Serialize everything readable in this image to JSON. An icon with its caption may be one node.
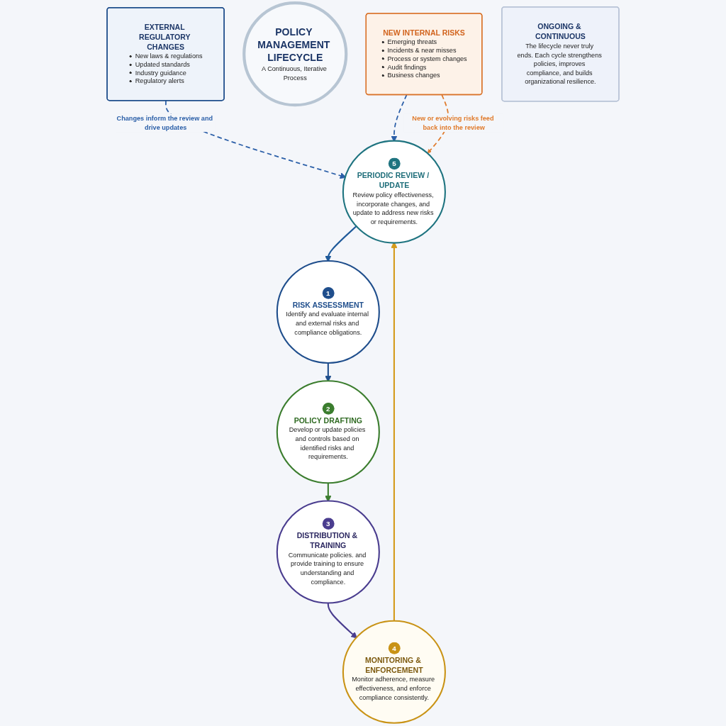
{
  "diagram": {
    "nodes": [
      {
        "text": [
          "EXTERNAL REGULATORY CHANGES",
          "New laws & regulations",
          "Updated standards",
          "Industry guidance",
          "Regulatory alerts"
        ]
      },
      {
        "text": [
          "1",
          "RISK ASSESSMENT",
          "Identify and evaluate internal and external risks and compliance obligations."
        ]
      },
      {
        "text": [
          "2",
          "POLICY DRAFTING",
          "Develop or update policies and controls based on identified risks and requirements."
        ]
      },
      {
        "text": [
          "3",
          "DISTRIBUTION & TRAINING",
          "Communicate policies. and provide training to ensure understanding and compliance."
        ]
      },
      {
        "text": [
          "4",
          "MONITORING & ENFORCEMENT",
          "Monitor adherence, measure effectiveness, and enforce compliance consistently."
        ]
      },
      {
        "text": [
          "5",
          "PERIODIC REVIEW / UPDATE",
          "Review policy effectiveness, incorporate changes, and update to address new risks or requirements."
        ]
      },
      {
        "text": [
          "POLICY MANAGEMENT LIFECYCLE",
          "A Continuous, Iterative Process"
        ]
      },
      {
        "text": [
          "NEW INTERNAL RISKS",
          "Emerging threats",
          "Incidents & near misses",
          "Process or system changes",
          "Audit findings",
          "Business changes"
        ]
      },
      {
        "text": [
          "ONGOING & CONTINUOUS",
          "The lifecycle never truly ends. Each cycle strengthens policies, improves compliance, and builds organizational resilience."
        ]
      }
    ],
    "edges": [
      {
        "from": 0,
        "to": 5,
        "arrow": "to",
        "style": "dashed",
        "color": "#2b5fa8",
        "label": "Changes inform the review and drive updates"
      },
      {
        "from": 1,
        "to": 2,
        "arrow": "to",
        "color": "#1f4e8c"
      },
      {
        "from": 2,
        "to": 3,
        "arrow": "to",
        "color": "#3b7d2e"
      },
      {
        "from": 3,
        "to": 4,
        "arrow": "to",
        "color": "#4a3d8f"
      },
      {
        "from": 4,
        "to": 5,
        "arrow": "to",
        "color": "#d49a1a"
      },
      {
        "from": 5,
        "to": 1,
        "arrow": "to",
        "color": "#1f5a9a"
      },
      {
        "from": 7,
        "to": 5,
        "arrow": "to",
        "style": "dashed",
        "color": "#2b5fa8"
      },
      {
        "from": 7,
        "to": 5,
        "arrow": "to",
        "style": "dashed",
        "color": "#e07b2c",
        "label": "New or evolving risks feed back into the review"
      }
    ]
  }
}
